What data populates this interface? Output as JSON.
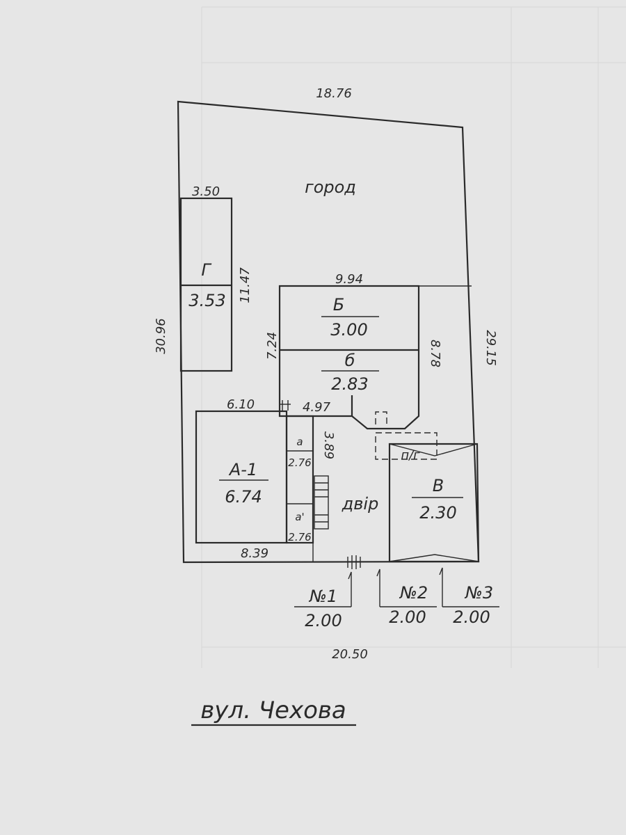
{
  "plan": {
    "top_width": "18.76",
    "left_length": "30.96",
    "right_length": "29.15",
    "bottom_width": "20.50",
    "garden_label": "город",
    "yard_label": "двір",
    "toilet_label": "п/г",
    "street_label": "вул. Чехова"
  },
  "buildings": {
    "g": {
      "top": "3.50",
      "letter": "Г",
      "value": "3.53",
      "side": "11.47"
    },
    "b": {
      "top": "9.94",
      "letter": "Б",
      "value": "3.00",
      "left": "7.24",
      "right": "8.78"
    },
    "b_small": {
      "letter": "б",
      "value": "2.83"
    },
    "a1": {
      "top": "6.10",
      "letter": "А-1",
      "value": "6.74",
      "bottom": "8.39"
    },
    "a": {
      "top": "4.97",
      "letter": "а",
      "value": "2.76",
      "side": "3.89"
    },
    "a_prime": {
      "letter": "а'",
      "value": "2.76"
    },
    "v": {
      "letter": "В",
      "value": "2.30"
    }
  },
  "gates": [
    {
      "label": "№3",
      "value": "2.00"
    },
    {
      "label": "№2",
      "value": "2.00"
    },
    {
      "label": "№1",
      "value": "2.00"
    }
  ]
}
